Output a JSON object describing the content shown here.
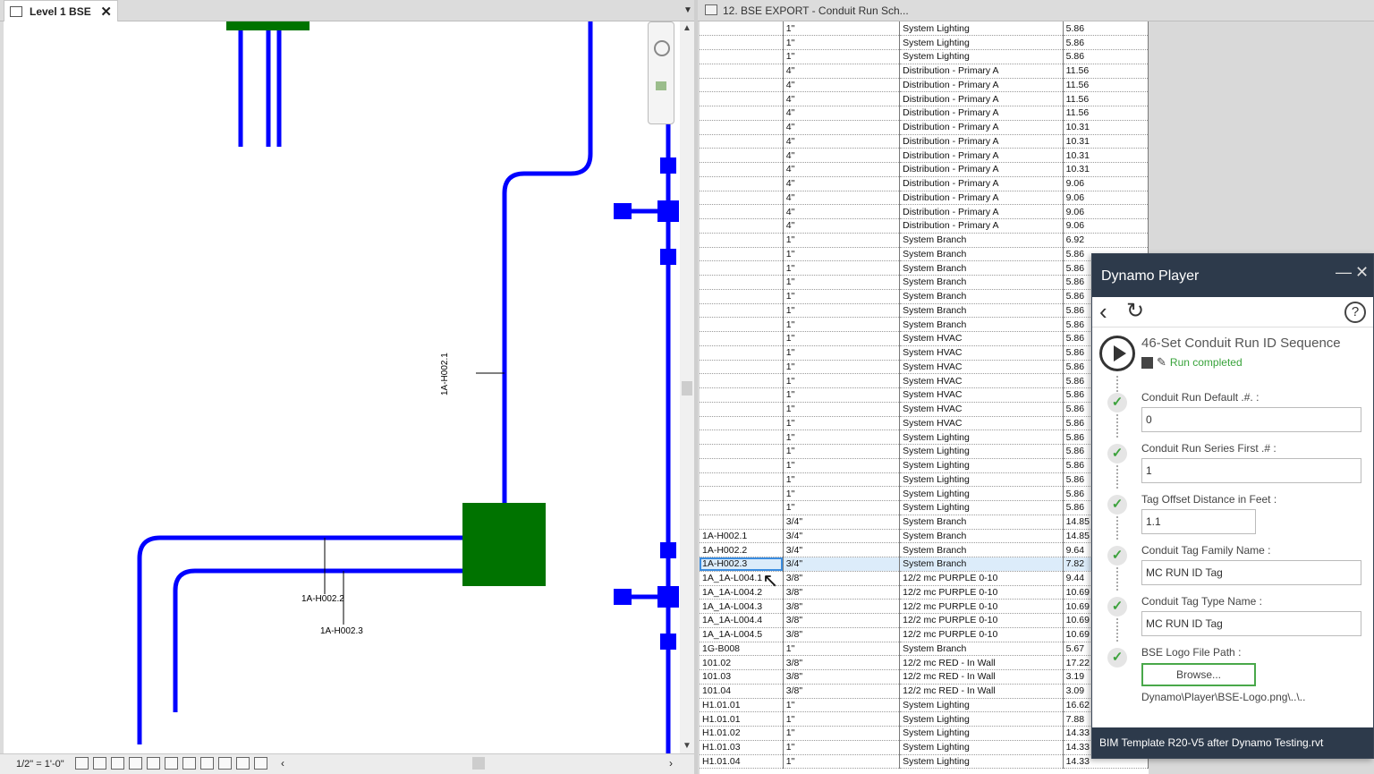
{
  "left_view": {
    "tab_title": "Level 1 BSE",
    "tab_close": "✕",
    "scale": "1/2\" = 1'-0\"",
    "tags": [
      "1A-H002.1",
      "1A-H002.2",
      "1A-H002.3"
    ]
  },
  "right_view": {
    "tab_title": "12. BSE EXPORT - Conduit Run Sch...",
    "rows": [
      [
        "",
        "1\"",
        "System Lighting",
        "5.86"
      ],
      [
        "",
        "1\"",
        "System Lighting",
        "5.86"
      ],
      [
        "",
        "1\"",
        "System Lighting",
        "5.86"
      ],
      [
        "",
        "4\"",
        "Distribution - Primary A",
        "11.56"
      ],
      [
        "",
        "4\"",
        "Distribution - Primary A",
        "11.56"
      ],
      [
        "",
        "4\"",
        "Distribution - Primary A",
        "11.56"
      ],
      [
        "",
        "4\"",
        "Distribution - Primary A",
        "11.56"
      ],
      [
        "",
        "4\"",
        "Distribution - Primary A",
        "10.31"
      ],
      [
        "",
        "4\"",
        "Distribution - Primary A",
        "10.31"
      ],
      [
        "",
        "4\"",
        "Distribution - Primary A",
        "10.31"
      ],
      [
        "",
        "4\"",
        "Distribution - Primary A",
        "10.31"
      ],
      [
        "",
        "4\"",
        "Distribution - Primary A",
        "9.06"
      ],
      [
        "",
        "4\"",
        "Distribution - Primary A",
        "9.06"
      ],
      [
        "",
        "4\"",
        "Distribution - Primary A",
        "9.06"
      ],
      [
        "",
        "4\"",
        "Distribution - Primary A",
        "9.06"
      ],
      [
        "",
        "1\"",
        "System Branch",
        "6.92"
      ],
      [
        "",
        "1\"",
        "System Branch",
        "5.86"
      ],
      [
        "",
        "1\"",
        "System Branch",
        "5.86"
      ],
      [
        "",
        "1\"",
        "System Branch",
        "5.86"
      ],
      [
        "",
        "1\"",
        "System Branch",
        "5.86"
      ],
      [
        "",
        "1\"",
        "System Branch",
        "5.86"
      ],
      [
        "",
        "1\"",
        "System Branch",
        "5.86"
      ],
      [
        "",
        "1\"",
        "System HVAC",
        "5.86"
      ],
      [
        "",
        "1\"",
        "System HVAC",
        "5.86"
      ],
      [
        "",
        "1\"",
        "System HVAC",
        "5.86"
      ],
      [
        "",
        "1\"",
        "System HVAC",
        "5.86"
      ],
      [
        "",
        "1\"",
        "System HVAC",
        "5.86"
      ],
      [
        "",
        "1\"",
        "System HVAC",
        "5.86"
      ],
      [
        "",
        "1\"",
        "System HVAC",
        "5.86"
      ],
      [
        "",
        "1\"",
        "System Lighting",
        "5.86"
      ],
      [
        "",
        "1\"",
        "System Lighting",
        "5.86"
      ],
      [
        "",
        "1\"",
        "System Lighting",
        "5.86"
      ],
      [
        "",
        "1\"",
        "System Lighting",
        "5.86"
      ],
      [
        "",
        "1\"",
        "System Lighting",
        "5.86"
      ],
      [
        "",
        "1\"",
        "System Lighting",
        "5.86"
      ],
      [
        "",
        "3/4\"",
        "System Branch",
        "14.85"
      ],
      [
        "1A-H002.1",
        "3/4\"",
        "System Branch",
        "14.85"
      ],
      [
        "1A-H002.2",
        "3/4\"",
        "System Branch",
        "9.64"
      ],
      [
        "1A-H002.3",
        "3/4\"",
        "System Branch",
        "7.82"
      ],
      [
        "1A_1A-L004.1",
        "3/8\"",
        "12/2 mc PURPLE 0-10",
        "9.44"
      ],
      [
        "1A_1A-L004.2",
        "3/8\"",
        "12/2 mc PURPLE 0-10",
        "10.69"
      ],
      [
        "1A_1A-L004.3",
        "3/8\"",
        "12/2 mc PURPLE 0-10",
        "10.69"
      ],
      [
        "1A_1A-L004.4",
        "3/8\"",
        "12/2 mc PURPLE 0-10",
        "10.69"
      ],
      [
        "1A_1A-L004.5",
        "3/8\"",
        "12/2 mc PURPLE 0-10",
        "10.69"
      ],
      [
        "1G-B008",
        "1\"",
        "System Branch",
        "5.67"
      ],
      [
        "101.02",
        "3/8\"",
        "12/2 mc RED - In Wall",
        "17.22"
      ],
      [
        "101.03",
        "3/8\"",
        "12/2 mc RED - In Wall",
        "3.19"
      ],
      [
        "101.04",
        "3/8\"",
        "12/2 mc RED - In Wall",
        "3.09"
      ],
      [
        "H1.01.01",
        "1\"",
        "System Lighting",
        "16.62"
      ],
      [
        "H1.01.01",
        "1\"",
        "System Lighting",
        "7.88"
      ],
      [
        "H1.01.02",
        "1\"",
        "System Lighting",
        "14.33"
      ],
      [
        "H1.01.03",
        "1\"",
        "System Lighting",
        "14.33"
      ],
      [
        "H1.01.04",
        "1\"",
        "System Lighting",
        "14.33"
      ]
    ],
    "selected_row": 38
  },
  "dynamo": {
    "title": "Dynamo Player",
    "minimize": "—",
    "close": "✕",
    "help": "?",
    "script_name": "46-Set Conduit Run ID Sequence",
    "status": "Run completed",
    "fields": [
      {
        "label": "Conduit Run Default .#. :",
        "value": "0"
      },
      {
        "label": "Conduit Run Series First .# :",
        "value": "1"
      },
      {
        "label": "Tag Offset Distance in Feet :",
        "value": "1.1"
      },
      {
        "label": "Conduit Tag Family Name :",
        "value": "MC RUN ID Tag"
      },
      {
        "label": "Conduit Tag Type Name :",
        "value": "MC RUN ID Tag"
      }
    ],
    "logo_label": "BSE Logo File Path :",
    "browse_label": "Browse...",
    "logo_path": "Dynamo\\Player\\BSE-Logo.png\\..\\..",
    "footer": "BIM Template R20-V5 after Dynamo Testing.rvt"
  },
  "colors": {
    "conduit": "#0000ff",
    "equipment": "#007300",
    "dynamo_header": "#2d3a4b",
    "check": "#3ea33e"
  }
}
